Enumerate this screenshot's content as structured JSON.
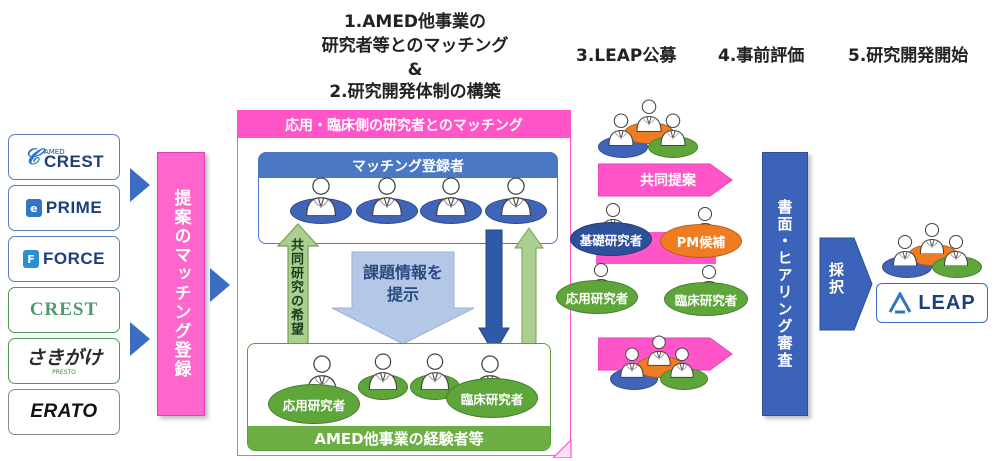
{
  "headings": {
    "step1_line1": "1.AMED他事業の",
    "step1_line2": "研究者等とのマッチング",
    "step1_amp": "&",
    "step2": "2.研究開発体制の構築",
    "step3": "3.LEAP公募",
    "step4": "4.事前評価",
    "step5": "5.研究開発開始"
  },
  "logos": {
    "crest_amed_small": "AMED",
    "crest_amed": "CREST",
    "prime": "PRIME",
    "force": "FORCE",
    "crest_jst": "CREST",
    "sakigake": "さきがけ",
    "sakigake_sub": "PRESTO",
    "erato": "ERATO"
  },
  "left_bar": "提案のマッチング登録",
  "panel": {
    "header": "応用・臨床側の研究者とのマッチング",
    "registrants": "マッチング登録者",
    "collab_wish": "共同研究の希望",
    "issue_info": "課題情報を提示",
    "issue_info_line1": "課題情報を",
    "issue_info_line2": "提示",
    "applied_researcher": "応用研究者",
    "clinical_researcher": "臨床研究者",
    "experienced": "AMED他事業の経験者等"
  },
  "proposal": {
    "joint_proposal": "共同提案",
    "basic_researcher": "基礎研究者",
    "pm_candidate": "PM候補",
    "applied_researcher": "応用研究者",
    "clinical_researcher": "臨床研究者"
  },
  "review_bar": "書面・ヒアリング審査",
  "adopt_bar": "採択",
  "leap_logo": "LEAP",
  "colors": {
    "pink": "#ff55c8",
    "blue": "#3a63b9",
    "green": "#5ea63a",
    "orange": "#f07c22"
  }
}
